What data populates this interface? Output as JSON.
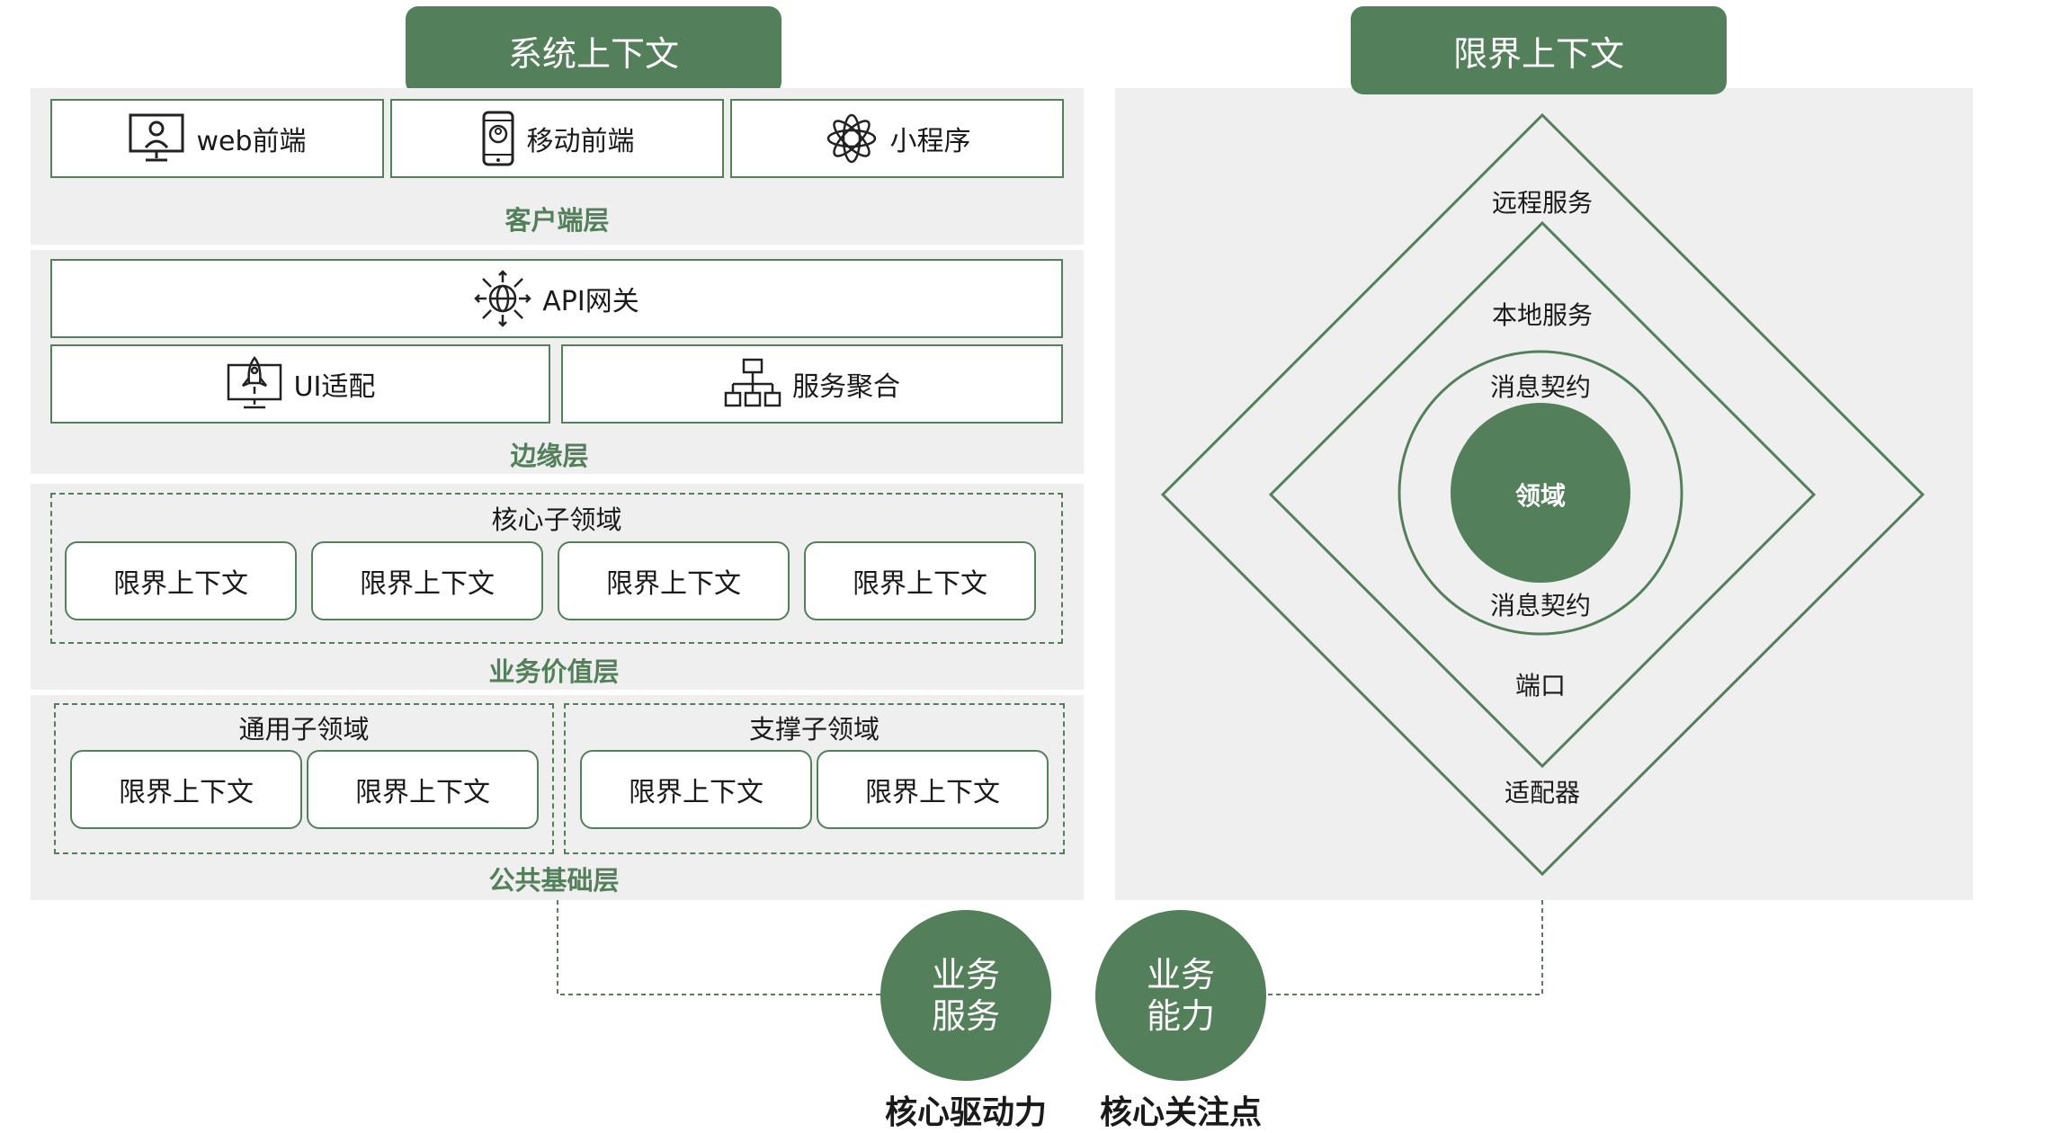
{
  "system_context": {
    "title": "系统上下文",
    "client_layer": {
      "label": "客户端层",
      "items": [
        "web前端",
        "移动前端",
        "小程序"
      ]
    },
    "edge_layer": {
      "label": "边缘层",
      "gateway": "API网关",
      "ui_adapter": "UI适配",
      "service_aggregation": "服务聚合"
    },
    "business_layer": {
      "label": "业务价值层",
      "group_title": "核心子领域",
      "contexts": [
        "限界上下文",
        "限界上下文",
        "限界上下文",
        "限界上下文"
      ]
    },
    "foundation_layer": {
      "label": "公共基础层",
      "generic": {
        "title": "通用子领域",
        "contexts": [
          "限界上下文",
          "限界上下文"
        ]
      },
      "supporting": {
        "title": "支撑子领域",
        "contexts": [
          "限界上下文",
          "限界上下文"
        ]
      }
    }
  },
  "bounded_context": {
    "title": "限界上下文",
    "remote_services": "远程服务",
    "local_services": "本地服务",
    "message_contract_top": "消息契约",
    "domain": "领域",
    "message_contract_bottom": "消息契约",
    "port": "端口",
    "adapter": "适配器"
  },
  "bottom": {
    "business_service": {
      "line1": "业务",
      "line2": "服务",
      "caption": "核心驱动力"
    },
    "business_capability": {
      "line1": "业务",
      "line2": "能力",
      "caption": "核心关注点"
    }
  },
  "colors": {
    "accent": "#53805a",
    "panel": "#efefef"
  },
  "icons": {
    "web": "monitor-user-icon",
    "mobile": "smartphone-user-icon",
    "miniprogram": "flower-icon",
    "gateway": "globe-arrows-icon",
    "ui_adapter": "monitor-rocket-icon",
    "aggregation": "hierarchy-icon"
  }
}
